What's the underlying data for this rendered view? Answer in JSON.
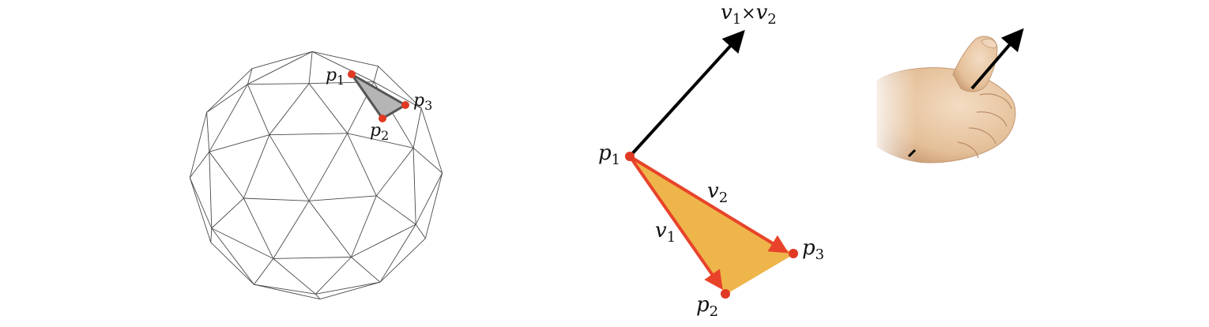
{
  "colors": {
    "wire": "#555555",
    "vertex_red": "#e03a24",
    "facet_fill": "#b8b8b8",
    "triangle_fill": "#eeb54a",
    "triangle_edge": "#e8432a",
    "normal_arrow": "#000000",
    "skin": "#e9c7a2"
  },
  "sphere": {
    "labels": {
      "p1": {
        "base": "p",
        "sub": "1"
      },
      "p2": {
        "base": "p",
        "sub": "2"
      },
      "p3": {
        "base": "p",
        "sub": "3"
      }
    }
  },
  "triangle": {
    "labels": {
      "p1": {
        "base": "p",
        "sub": "1"
      },
      "p2": {
        "base": "p",
        "sub": "2"
      },
      "p3": {
        "base": "p",
        "sub": "3"
      },
      "v1": {
        "base": "v",
        "sub": "1"
      },
      "v2": {
        "base": "v",
        "sub": "2"
      },
      "cross": {
        "a": "v",
        "a_sub": "1",
        "op": "×",
        "b": "v",
        "b_sub": "2"
      }
    }
  },
  "hand": {
    "icon": "thumbs-up-right-hand-icon"
  }
}
